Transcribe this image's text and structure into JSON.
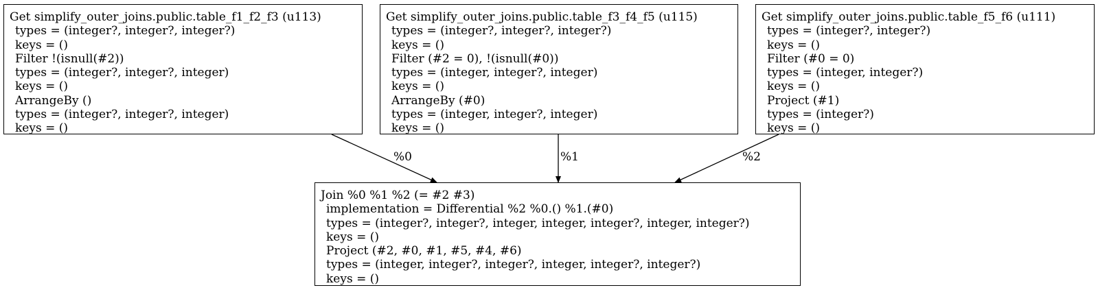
{
  "nodes": {
    "get_f1_f2_f3": {
      "lines": [
        "Get simplify_outer_joins.public.table_f1_f2_f3 (u113)",
        "types = (integer?, integer?, integer?)",
        "keys = ()",
        "Filter !(isnull(#2))",
        "types = (integer?, integer?, integer)",
        "keys = ()",
        "ArrangeBy ()",
        "types = (integer?, integer?, integer)",
        "keys = ()"
      ]
    },
    "get_f3_f4_f5": {
      "lines": [
        "Get simplify_outer_joins.public.table_f3_f4_f5 (u115)",
        "types = (integer?, integer?, integer?)",
        "keys = ()",
        "Filter (#2 = 0), !(isnull(#0))",
        "types = (integer, integer?, integer)",
        "keys = ()",
        "ArrangeBy (#0)",
        "types = (integer, integer?, integer)",
        "keys = ()"
      ]
    },
    "get_f5_f6": {
      "lines": [
        "Get simplify_outer_joins.public.table_f5_f6 (u111)",
        "types = (integer?, integer?)",
        "keys = ()",
        "Filter (#0 = 0)",
        "types = (integer, integer?)",
        "keys = ()",
        "Project (#1)",
        "types = (integer?)",
        "keys = ()"
      ]
    },
    "join": {
      "lines": [
        "Join %0 %1 %2 (= #2 #3)",
        "implementation = Differential %2 %0.() %1.(#0)",
        "types = (integer?, integer?, integer, integer, integer?, integer, integer?)",
        "keys = ()",
        "Project (#2, #0, #1, #5, #4, #6)",
        "types = (integer, integer?, integer?, integer, integer?, integer?)",
        "keys = ()"
      ]
    }
  },
  "edges": [
    {
      "from": "get_f1_f2_f3",
      "to": "join",
      "label": "%0"
    },
    {
      "from": "get_f3_f4_f5",
      "to": "join",
      "label": "%1"
    },
    {
      "from": "get_f5_f6",
      "to": "join",
      "label": "%2"
    }
  ]
}
